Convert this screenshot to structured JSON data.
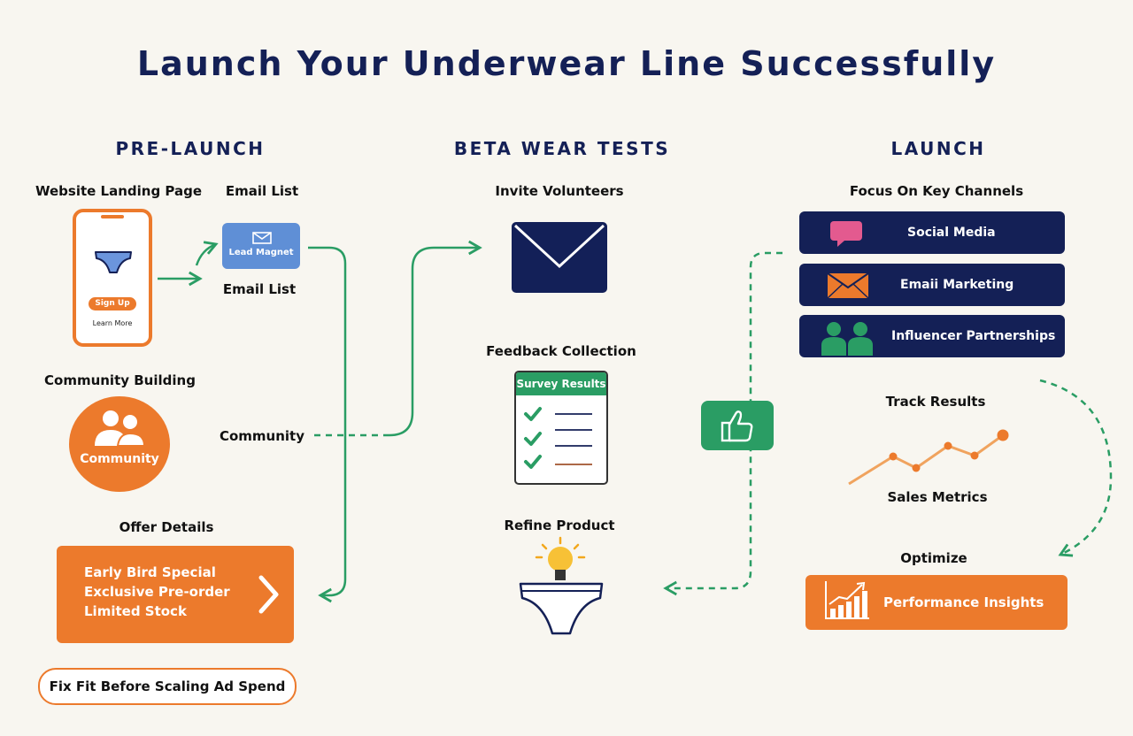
{
  "title": "Launch Your Underwear Line Successfully",
  "pre_launch": {
    "heading": "PRE-LAUNCH",
    "landing_page_label": "Website Landing Page",
    "signup_button": "Sign Up",
    "learn_more": "Learn More",
    "email_list_label": "Email List",
    "lead_magnet": "Lead Magnet",
    "email_list_caption": "Email List",
    "community_building_label": "Community Building",
    "community_circle": "Community",
    "community_label": "Community",
    "offer_label": "Offer Details",
    "offer_lines": [
      "Early Bird Special",
      "Exclusive Pre-order",
      "Limited Stock"
    ],
    "fix_fit": "Fix Fit Before Scaling Ad Spend"
  },
  "beta": {
    "heading": "BETA WEAR TESTS",
    "invite_label": "Invite Volunteers",
    "feedback_label": "Feedback Collection",
    "survey_title": "Survey Results",
    "refine_label": "Refine Product"
  },
  "launch": {
    "heading": "LAUNCH",
    "channels_label": "Focus On Key Channels",
    "channels": [
      "Social Media",
      "Emaii Marketing",
      "Influencer Partnerships"
    ],
    "track_label": "Track Results",
    "sales_label": "Sales Metrics",
    "optimize_label": "Optimize",
    "performance": "Performance Insights"
  },
  "colors": {
    "navy": "#142056",
    "orange": "#ec7a2c",
    "green": "#2a9d64",
    "blue": "#5f8fd6",
    "pink": "#e35a8f"
  },
  "icons": [
    "underwear-icon",
    "mail-icon",
    "people-icon",
    "chevron-right-icon",
    "envelope-icon",
    "checkmark-icon",
    "lightbulb-icon",
    "chat-bubble-icon",
    "thumbs-up-icon",
    "line-chart-icon",
    "bar-chart-icon"
  ]
}
